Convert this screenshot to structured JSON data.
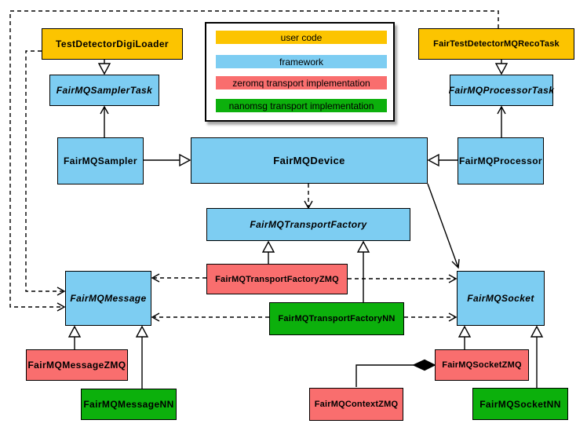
{
  "colors": {
    "user_code": "#FCC400",
    "framework": "#7DCDF2",
    "zeromq": "#F96E6E",
    "nanomsg": "#0CB00C",
    "line": "#000000",
    "background": "#FFFFFF"
  },
  "legend": {
    "items": [
      {
        "label": "user code",
        "category": "user_code"
      },
      {
        "label": "framework",
        "category": "framework"
      },
      {
        "label": "zeromq transport implementation",
        "category": "zeromq"
      },
      {
        "label": "nanomsg transport implementation",
        "category": "nanomsg"
      }
    ]
  },
  "nodes": [
    {
      "label": "TestDetectorDigiLoader",
      "category": "user_code",
      "abstract": false
    },
    {
      "label": "FairTestDetectorMQRecoTask",
      "category": "user_code",
      "abstract": false
    },
    {
      "label": "FairMQSamplerTask",
      "category": "framework",
      "abstract": true
    },
    {
      "label": "FairMQProcessorTask",
      "category": "framework",
      "abstract": true
    },
    {
      "label": "FairMQSampler",
      "category": "framework",
      "abstract": false
    },
    {
      "label": "FairMQDevice",
      "category": "framework",
      "abstract": false
    },
    {
      "label": "FairMQProcessor",
      "category": "framework",
      "abstract": false
    },
    {
      "label": "FairMQTransportFactory",
      "category": "framework",
      "abstract": true
    },
    {
      "label": "FairMQTransportFactoryZMQ",
      "category": "zeromq",
      "abstract": false
    },
    {
      "label": "FairMQTransportFactoryNN",
      "category": "nanomsg",
      "abstract": false
    },
    {
      "label": "FairMQMessage",
      "category": "framework",
      "abstract": true
    },
    {
      "label": "FairMQSocket",
      "category": "framework",
      "abstract": true
    },
    {
      "label": "FairMQMessageZMQ",
      "category": "zeromq",
      "abstract": false
    },
    {
      "label": "FairMQMessageNN",
      "category": "nanomsg",
      "abstract": false
    },
    {
      "label": "FairMQSocketZMQ",
      "category": "zeromq",
      "abstract": false
    },
    {
      "label": "FairMQSocketNN",
      "category": "nanomsg",
      "abstract": false
    },
    {
      "label": "FairMQContextZMQ",
      "category": "zeromq",
      "abstract": false
    }
  ],
  "edges": [
    {
      "from": "TestDetectorDigiLoader",
      "to": "FairMQSamplerTask",
      "type": "inheritance"
    },
    {
      "from": "FairTestDetectorMQRecoTask",
      "to": "FairMQProcessorTask",
      "type": "inheritance"
    },
    {
      "from": "FairMQSampler",
      "to": "FairMQDevice",
      "type": "inheritance"
    },
    {
      "from": "FairMQProcessor",
      "to": "FairMQDevice",
      "type": "inheritance"
    },
    {
      "from": "FairMQSampler",
      "to": "FairMQSamplerTask",
      "type": "association"
    },
    {
      "from": "FairMQProcessor",
      "to": "FairMQProcessorTask",
      "type": "association"
    },
    {
      "from": "FairMQDevice",
      "to": "FairMQTransportFactory",
      "type": "dependency"
    },
    {
      "from": "FairMQDevice",
      "to": "FairMQSocket",
      "type": "association"
    },
    {
      "from": "FairMQTransportFactoryZMQ",
      "to": "FairMQTransportFactory",
      "type": "inheritance"
    },
    {
      "from": "FairMQTransportFactoryNN",
      "to": "FairMQTransportFactory",
      "type": "inheritance"
    },
    {
      "from": "FairMQTransportFactoryZMQ",
      "to": "FairMQMessage",
      "type": "dependency"
    },
    {
      "from": "FairMQTransportFactoryZMQ",
      "to": "FairMQSocket",
      "type": "dependency"
    },
    {
      "from": "FairMQTransportFactoryNN",
      "to": "FairMQMessage",
      "type": "dependency"
    },
    {
      "from": "FairMQTransportFactoryNN",
      "to": "FairMQSocket",
      "type": "dependency"
    },
    {
      "from": "TestDetectorDigiLoader",
      "to": "FairMQMessage",
      "type": "dependency"
    },
    {
      "from": "FairTestDetectorMQRecoTask",
      "to": "FairMQMessage",
      "type": "dependency"
    },
    {
      "from": "FairMQMessageZMQ",
      "to": "FairMQMessage",
      "type": "inheritance"
    },
    {
      "from": "FairMQMessageNN",
      "to": "FairMQMessage",
      "type": "inheritance"
    },
    {
      "from": "FairMQSocketZMQ",
      "to": "FairMQSocket",
      "type": "inheritance"
    },
    {
      "from": "FairMQSocketNN",
      "to": "FairMQSocket",
      "type": "inheritance"
    },
    {
      "from": "FairMQContextZMQ",
      "to": "FairMQSocketZMQ",
      "type": "composition"
    }
  ]
}
